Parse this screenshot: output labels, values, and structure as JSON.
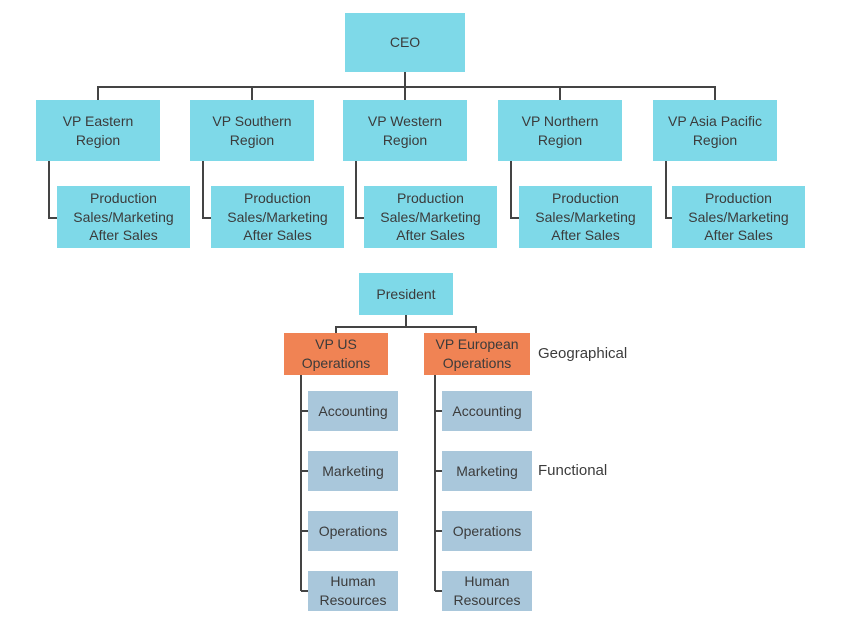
{
  "colors": {
    "node_cyan": "#7ED9E8",
    "node_orange": "#F08354",
    "node_slate": "#A9C7DB",
    "connector_line": "#444444",
    "text": "#3B3B3B"
  },
  "top_chart": {
    "root": {
      "label": "CEO"
    },
    "branches": [
      {
        "vp": "VP Eastern\nRegion",
        "functions": "Production\nSales/Marketing\nAfter Sales"
      },
      {
        "vp": "VP Southern\nRegion",
        "functions": "Production\nSales/Marketing\nAfter Sales"
      },
      {
        "vp": "VP Western\nRegion",
        "functions": "Production\nSales/Marketing\nAfter Sales"
      },
      {
        "vp": "VP Northern\nRegion",
        "functions": "Production\nSales/Marketing\nAfter Sales"
      },
      {
        "vp": "VP Asia Pacific\nRegion",
        "functions": "Production\nSales/Marketing\nAfter Sales"
      }
    ]
  },
  "bottom_chart": {
    "root": {
      "label": "President"
    },
    "division_label": "Geographical",
    "function_label": "Functional",
    "branches": [
      {
        "vp": "VP US\nOperations",
        "departments": [
          "Accounting",
          "Marketing",
          "Operations",
          "Human\nResources"
        ]
      },
      {
        "vp": "VP European\nOperations",
        "departments": [
          "Accounting",
          "Marketing",
          "Operations",
          "Human\nResources"
        ]
      }
    ]
  }
}
